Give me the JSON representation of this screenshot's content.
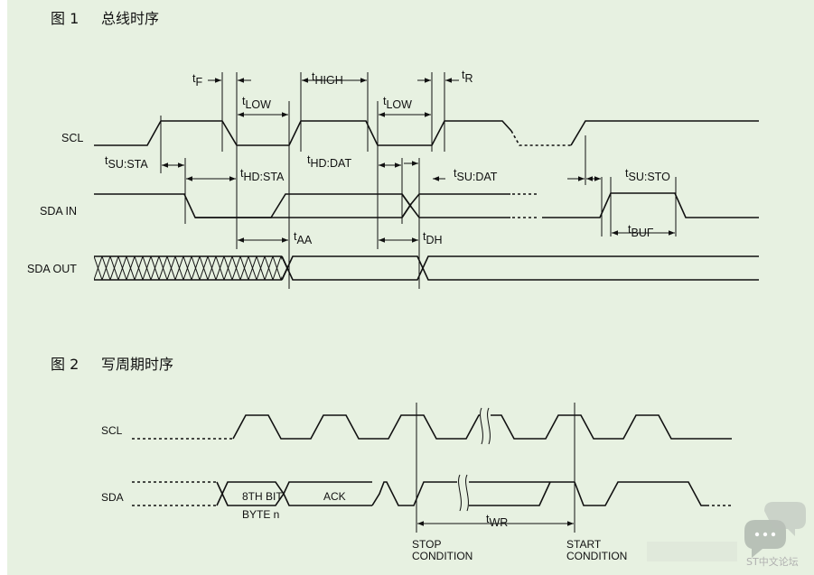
{
  "fig1": {
    "prefix": "图 1",
    "title": "总线时序",
    "signals": {
      "scl": "SCL",
      "sda_in": "SDA IN",
      "sda_out": "SDA OUT"
    },
    "params": {
      "tF": {
        "t": "t",
        "sub": "F"
      },
      "tLOW1": {
        "t": "t",
        "sub": "LOW"
      },
      "tHIGH": {
        "t": "t",
        "sub": "HIGH"
      },
      "tLOW2": {
        "t": "t",
        "sub": "LOW"
      },
      "tR": {
        "t": "t",
        "sub": "R"
      },
      "tSUSTA": {
        "t": "t",
        "sub": "SU:STA"
      },
      "tHDSTA": {
        "t": "t",
        "sub": "HD:STA"
      },
      "tHDDAT": {
        "t": "t",
        "sub": "HD:DAT"
      },
      "tSUDAT": {
        "t": "t",
        "sub": "SU:DAT"
      },
      "tSUSTO": {
        "t": "t",
        "sub": "SU:STO"
      },
      "tAA": {
        "t": "t",
        "sub": "AA"
      },
      "tDH": {
        "t": "t",
        "sub": "DH"
      },
      "tBUF": {
        "t": "t",
        "sub": "BUF"
      }
    }
  },
  "fig2": {
    "prefix": "图 2",
    "title": "写周期时序",
    "signals": {
      "scl": "SCL",
      "sda": "SDA"
    },
    "labels": {
      "bit8": "8TH BIT",
      "byte": "BYTE n",
      "ack": "ACK",
      "twr": {
        "t": "t",
        "sub": "WR"
      },
      "stop": [
        "STOP",
        "CONDITION"
      ],
      "start": [
        "START",
        "CONDITION"
      ]
    }
  },
  "watermark": "ST中文论坛",
  "colors": {
    "background": "#e7f1e1",
    "ink": "#111111"
  }
}
